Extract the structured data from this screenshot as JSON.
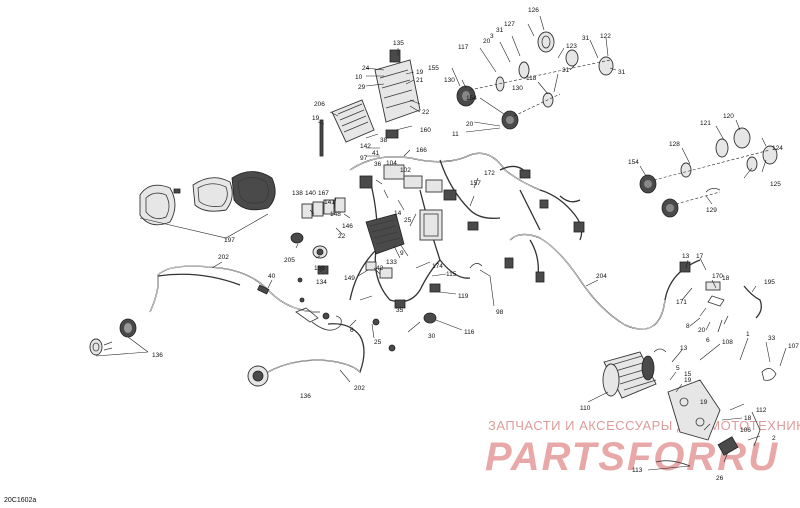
{
  "figure_code": "20C1602a",
  "watermark": {
    "line1": "ЗАПЧАСТИ И АКСЕССУАРЫ ДЛЯ МОТОТЕХНИКИ",
    "line2": "PARTSFORRU"
  },
  "callouts": [
    "135",
    "24",
    "10",
    "29",
    "19",
    "21",
    "22",
    "206",
    "19",
    "160",
    "38",
    "142",
    "41",
    "97",
    "36",
    "166",
    "104",
    "102",
    "172",
    "157",
    "14",
    "25",
    "155",
    "130",
    "117",
    "20",
    "3",
    "31",
    "127",
    "126",
    "123",
    "31",
    "122",
    "31",
    "118",
    "31",
    "154",
    "130",
    "20",
    "11",
    "121",
    "120",
    "128",
    "124",
    "125",
    "154",
    "129",
    "138",
    "140",
    "167",
    "141",
    "148",
    "146",
    "22",
    "206",
    "205",
    "156",
    "134",
    "133",
    "9",
    "174",
    "115",
    "149",
    "42",
    "119",
    "98",
    "202",
    "40",
    "136",
    "6",
    "25",
    "35",
    "30",
    "116",
    "204",
    "17",
    "13",
    "170",
    "18",
    "171",
    "195",
    "8",
    "20",
    "6",
    "108",
    "1",
    "33",
    "107",
    "13",
    "5",
    "19",
    "110",
    "112",
    "18",
    "26",
    "113",
    "202",
    "136",
    "197",
    "2",
    "15",
    "106",
    "19"
  ]
}
